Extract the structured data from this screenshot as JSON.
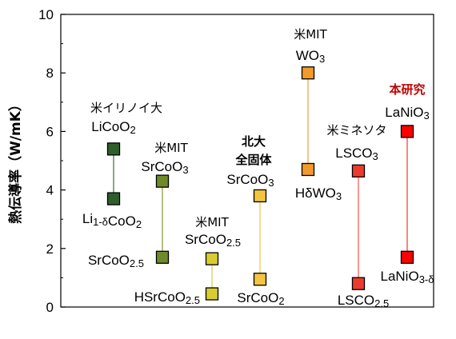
{
  "chart_data": {
    "type": "scatter",
    "ylabel": "熱伝導率（W/mK）",
    "ylim": [
      0,
      10
    ],
    "yticks": [
      "0",
      "2",
      "4",
      "6",
      "8",
      "10"
    ],
    "grid": false,
    "pairs": [
      {
        "institution": "米イリノイ大",
        "color": "#2e5e2a",
        "line_color": "#4a7a45",
        "high": {
          "label": "LiCoO2",
          "value": 5.4
        },
        "low": {
          "label": "Li1-δCoO2",
          "value": 3.7
        }
      },
      {
        "institution": "米MIT",
        "color": "#6e8a2a",
        "line_color": "#8aa040",
        "high": {
          "label": "SrCoO3",
          "value": 4.3
        },
        "low": {
          "label": "SrCoO2.5",
          "value": 1.7
        }
      },
      {
        "institution": "米MIT",
        "color": "#d8cc30",
        "line_color": "#d8d050",
        "high": {
          "label": "SrCoO2.5",
          "value": 1.65
        },
        "low": {
          "label": "HSrCoO2.5",
          "value": 0.45
        }
      },
      {
        "institution": "北大 全固体",
        "color": "#f2c440",
        "line_color": "#f0c850",
        "high": {
          "label": "SrCoO3",
          "value": 3.8
        },
        "low": {
          "label": "SrCoO2",
          "value": 0.95
        }
      },
      {
        "institution": "米MIT",
        "color": "#f29a2a",
        "line_color": "#f0a050",
        "high": {
          "label": "WO3",
          "value": 8.0
        },
        "low": {
          "label": "HδWO3",
          "value": 4.7
        }
      },
      {
        "institution": "米ミネソタ",
        "color": "#ec3b2e",
        "line_color": "#f06050",
        "high": {
          "label": "LSCO3",
          "value": 4.65
        },
        "low": {
          "label": "LSCO2.5",
          "value": 0.8
        }
      },
      {
        "institution": "本研究",
        "color": "#ff0000",
        "line_color": "#ff4040",
        "highlight": true,
        "high": {
          "label": "LaNiO3",
          "value": 6.0
        },
        "low": {
          "label": "LaNiO3-δ",
          "value": 1.7
        }
      }
    ]
  }
}
